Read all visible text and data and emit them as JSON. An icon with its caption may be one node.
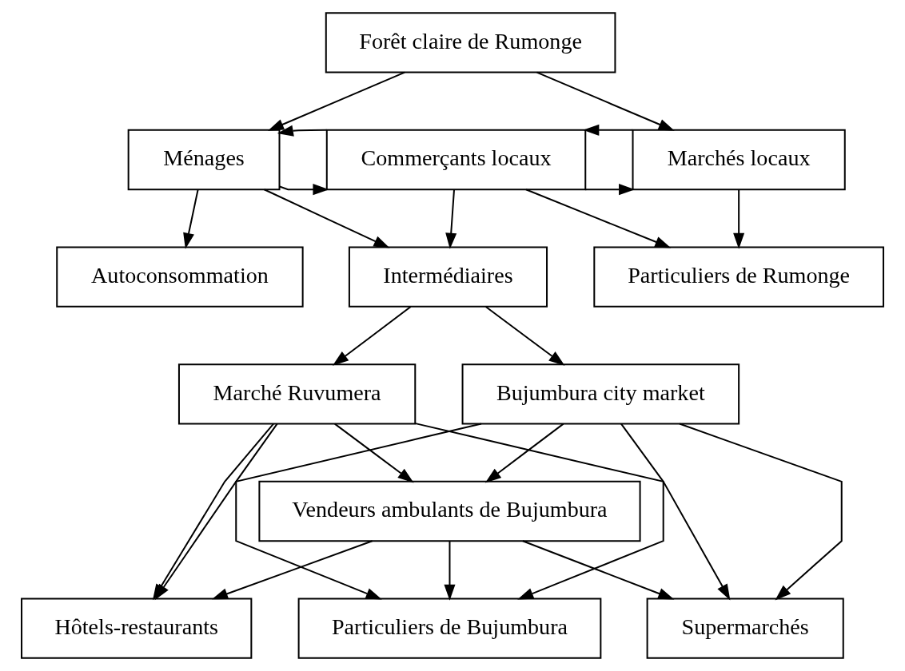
{
  "diagram": {
    "nodes": [
      {
        "text": [
          "Forêt claire de Rumonge"
        ]
      },
      {
        "text": [
          "Ménages"
        ]
      },
      {
        "text": [
          "Commerçants locaux"
        ]
      },
      {
        "text": [
          "Marchés locaux"
        ]
      },
      {
        "text": [
          "Autoconsommation"
        ]
      },
      {
        "text": [
          "Intermédiaires"
        ]
      },
      {
        "text": [
          "Particuliers de Rumonge"
        ]
      },
      {
        "text": [
          "Marché Ruvumera"
        ]
      },
      {
        "text": [
          "Bujumbura city market"
        ]
      },
      {
        "text": [
          "Particuliers de Bujumbura"
        ]
      },
      {
        "text": [
          "Vendeurs ambulants de Bujumbura"
        ]
      },
      {
        "text": [
          "Hôtels-restaurants"
        ]
      },
      {
        "text": [
          "Supermarchés"
        ]
      }
    ],
    "edges": [
      {
        "from": 0,
        "to": 1,
        "arrow": "to"
      },
      {
        "from": 0,
        "to": 3,
        "arrow": "to"
      },
      {
        "from": 1,
        "to": 2,
        "arrow": "to"
      },
      {
        "from": 2,
        "to": 1,
        "arrow": "to"
      },
      {
        "from": 2,
        "to": 3,
        "arrow": "to"
      },
      {
        "from": 3,
        "to": 2,
        "arrow": "to"
      },
      {
        "from": 1,
        "to": 4,
        "arrow": "to"
      },
      {
        "from": 1,
        "to": 5,
        "arrow": "to"
      },
      {
        "from": 2,
        "to": 5,
        "arrow": "to"
      },
      {
        "from": 2,
        "to": 6,
        "arrow": "to"
      },
      {
        "from": 3,
        "to": 6,
        "arrow": "to"
      },
      {
        "from": 5,
        "to": 7,
        "arrow": "to"
      },
      {
        "from": 5,
        "to": 8,
        "arrow": "to"
      },
      {
        "from": 7,
        "to": 9,
        "arrow": "to"
      },
      {
        "from": 8,
        "to": 9,
        "arrow": "to"
      },
      {
        "from": 10,
        "to": 9,
        "arrow": "to"
      },
      {
        "from": 7,
        "to": 10,
        "arrow": "to"
      },
      {
        "from": 8,
        "to": 10,
        "arrow": "to"
      },
      {
        "from": 10,
        "to": 11,
        "arrow": "to"
      },
      {
        "from": 10,
        "to": 12,
        "arrow": "to"
      },
      {
        "from": 7,
        "to": 11,
        "arrow": "to"
      },
      {
        "from": 8,
        "to": 12,
        "arrow": "to"
      },
      {
        "from": 8,
        "to": 11,
        "arrow": "to"
      },
      {
        "from": 7,
        "to": 12,
        "arrow": "to"
      }
    ]
  }
}
